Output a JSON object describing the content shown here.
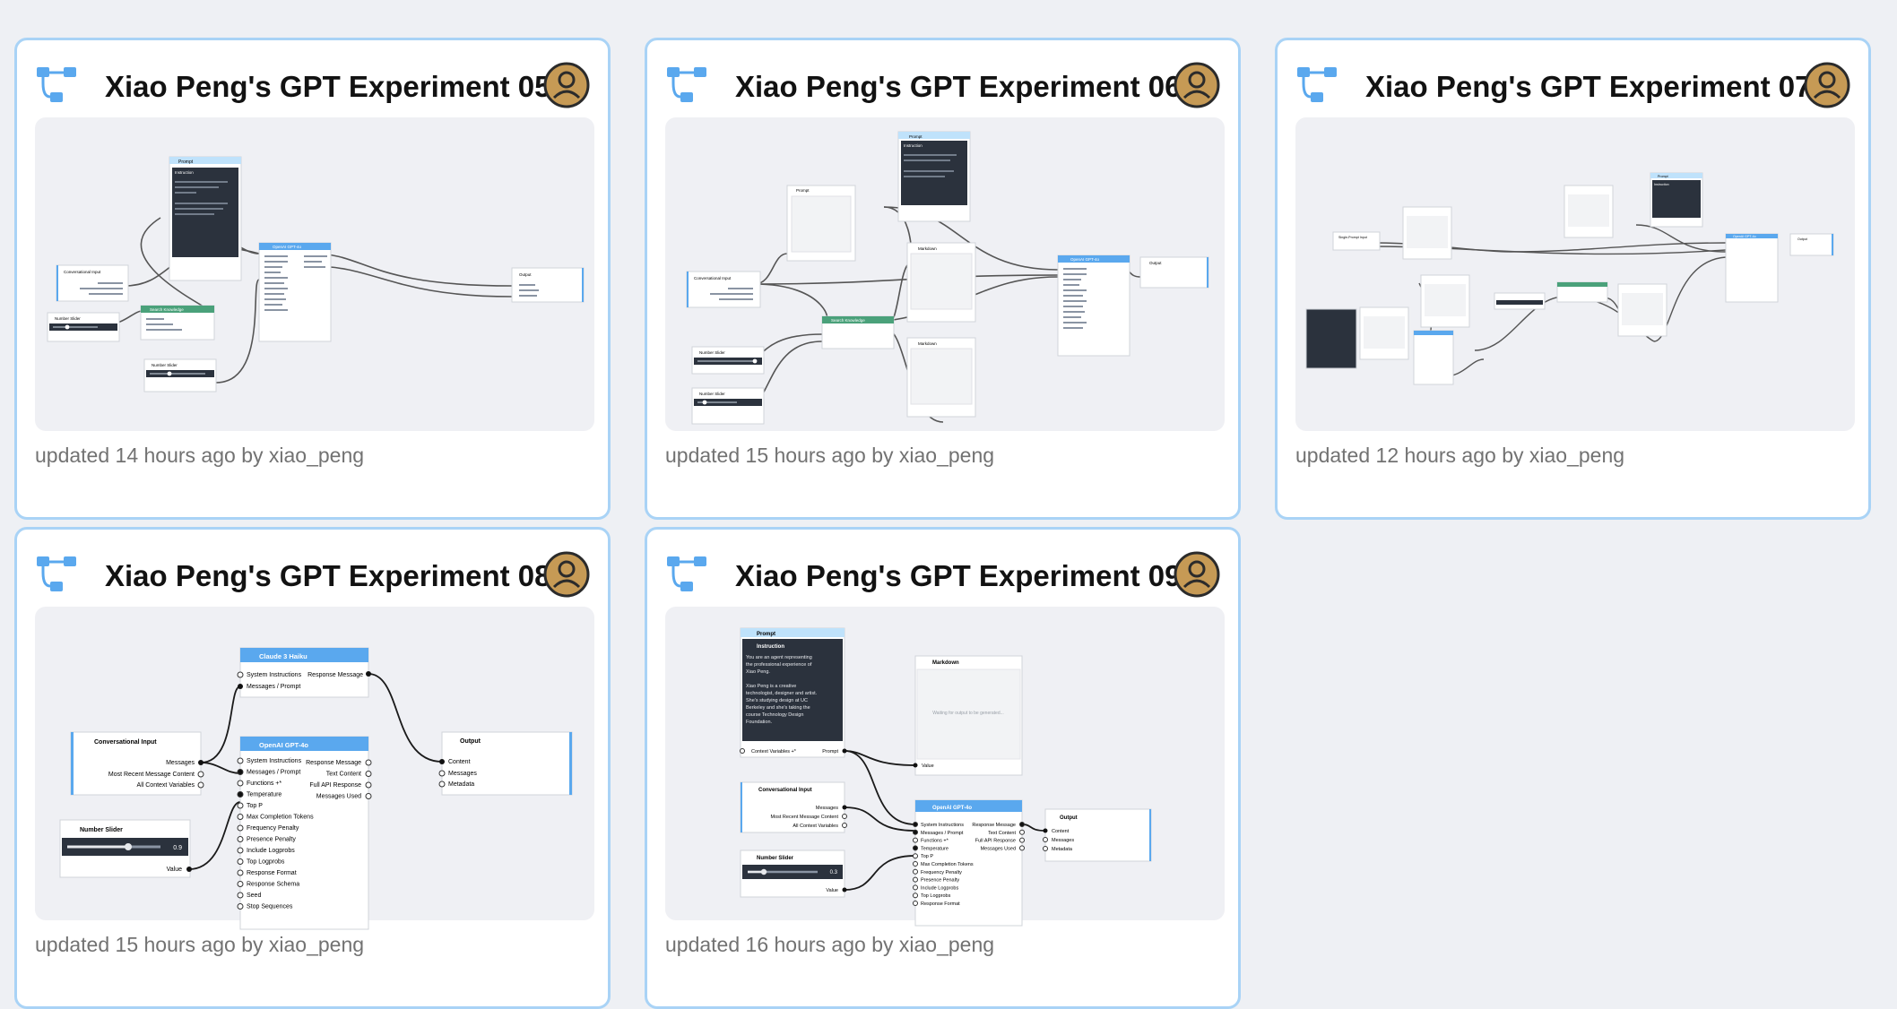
{
  "projects": [
    {
      "title": "Xiao Peng's GPT Experiment 05",
      "updated": "updated 14 hours ago by xiao_peng",
      "preview": {
        "prompt": "Prompt",
        "instruction": "Instruction",
        "conv_input": "Conversational Input",
        "search": "Search Knowledge",
        "slider1": "Number Slider",
        "slider2": "Number Slider",
        "llm": "OpenAI GPT-4o",
        "output": "Output"
      }
    },
    {
      "title": "Xiao Peng's GPT Experiment 06",
      "updated": "updated 15 hours ago by xiao_peng",
      "preview": {
        "prompt": "Prompt",
        "instruction": "Instruction",
        "prompt_node": "Prompt",
        "conv_input": "Conversational Input",
        "search": "Search Knowledge",
        "markdown1": "Markdown",
        "markdown2": "Markdown",
        "slider1": "Number Slider",
        "slider2": "Number Slider",
        "llm": "OpenAI GPT-4o",
        "output": "Output"
      }
    },
    {
      "title": "Xiao Peng's GPT Experiment 07",
      "updated": "updated 12 hours ago by xiao_peng",
      "preview": {
        "prompt": "Prompt",
        "instruction": "Instruction",
        "input": "Single-Prompt Input",
        "llm": "OpenAI GPT-4o",
        "output": "Output"
      }
    },
    {
      "title": "Xiao Peng's GPT Experiment 08",
      "updated": "updated 15 hours ago by xiao_peng",
      "preview": {
        "claude": "Claude 3 Haiku",
        "claude_ports_in": [
          "System Instructions",
          "Messages / Prompt"
        ],
        "claude_ports_out": [
          "Response Message"
        ],
        "conv_input": "Conversational Input",
        "conv_ports": [
          "Messages",
          "Most Recent Message Content",
          "All Context Variables"
        ],
        "llm": "OpenAI GPT-4o",
        "llm_ports_in": [
          "System Instructions",
          "Messages / Prompt",
          "Functions +*",
          "Temperature",
          "Top P",
          "Max Completion Tokens",
          "Frequency Penalty",
          "Presence Penalty",
          "Include Logprobs",
          "Top Logprobs",
          "Response Format",
          "Response Schema",
          "Seed",
          "Stop Sequences"
        ],
        "llm_ports_out": [
          "Response Message",
          "Text Content",
          "Full API Response",
          "Messages Used"
        ],
        "output": "Output",
        "output_ports": [
          "Content",
          "Messages",
          "Metadata"
        ],
        "slider": "Number Slider",
        "slider_value": "0.9",
        "value": "Value"
      }
    },
    {
      "title": "Xiao Peng's GPT Experiment 09",
      "updated": "updated 16 hours ago by xiao_peng",
      "preview": {
        "prompt": "Prompt",
        "instruction": "Instruction",
        "instruction_text": [
          "You are an agent representing",
          "the professional experience of",
          "Xiao Peng.",
          "",
          "Xiao Peng is a creative",
          "technologist, designer and artist.",
          "She's studying design at UC",
          "Berkeley and she's taking the",
          "course Technology Design",
          "Foundation."
        ],
        "context": "Context Variables +*",
        "prompt_port": "Prompt",
        "markdown": "Markdown",
        "markdown_placeholder": "Waiting for output to be generated...",
        "value": "Value",
        "conv_input": "Conversational Input",
        "conv_ports": [
          "Messages",
          "Most Recent Message Content",
          "All Context Variables"
        ],
        "slider": "Number Slider",
        "slider_value": "0.3",
        "llm": "OpenAI GPT-4o",
        "llm_ports_in": [
          "System Instructions",
          "Messages / Prompt",
          "Functions +*",
          "Temperature",
          "Top P",
          "Max Completion Tokens",
          "Frequency Penalty",
          "Presence Penalty",
          "Include Logprobs",
          "Top Logprobs",
          "Response Format"
        ],
        "llm_ports_out": [
          "Response Message",
          "Text Content",
          "Full API Response",
          "Messages Used"
        ],
        "output": "Output",
        "output_ports": [
          "Content",
          "Messages",
          "Metadata"
        ]
      }
    }
  ]
}
